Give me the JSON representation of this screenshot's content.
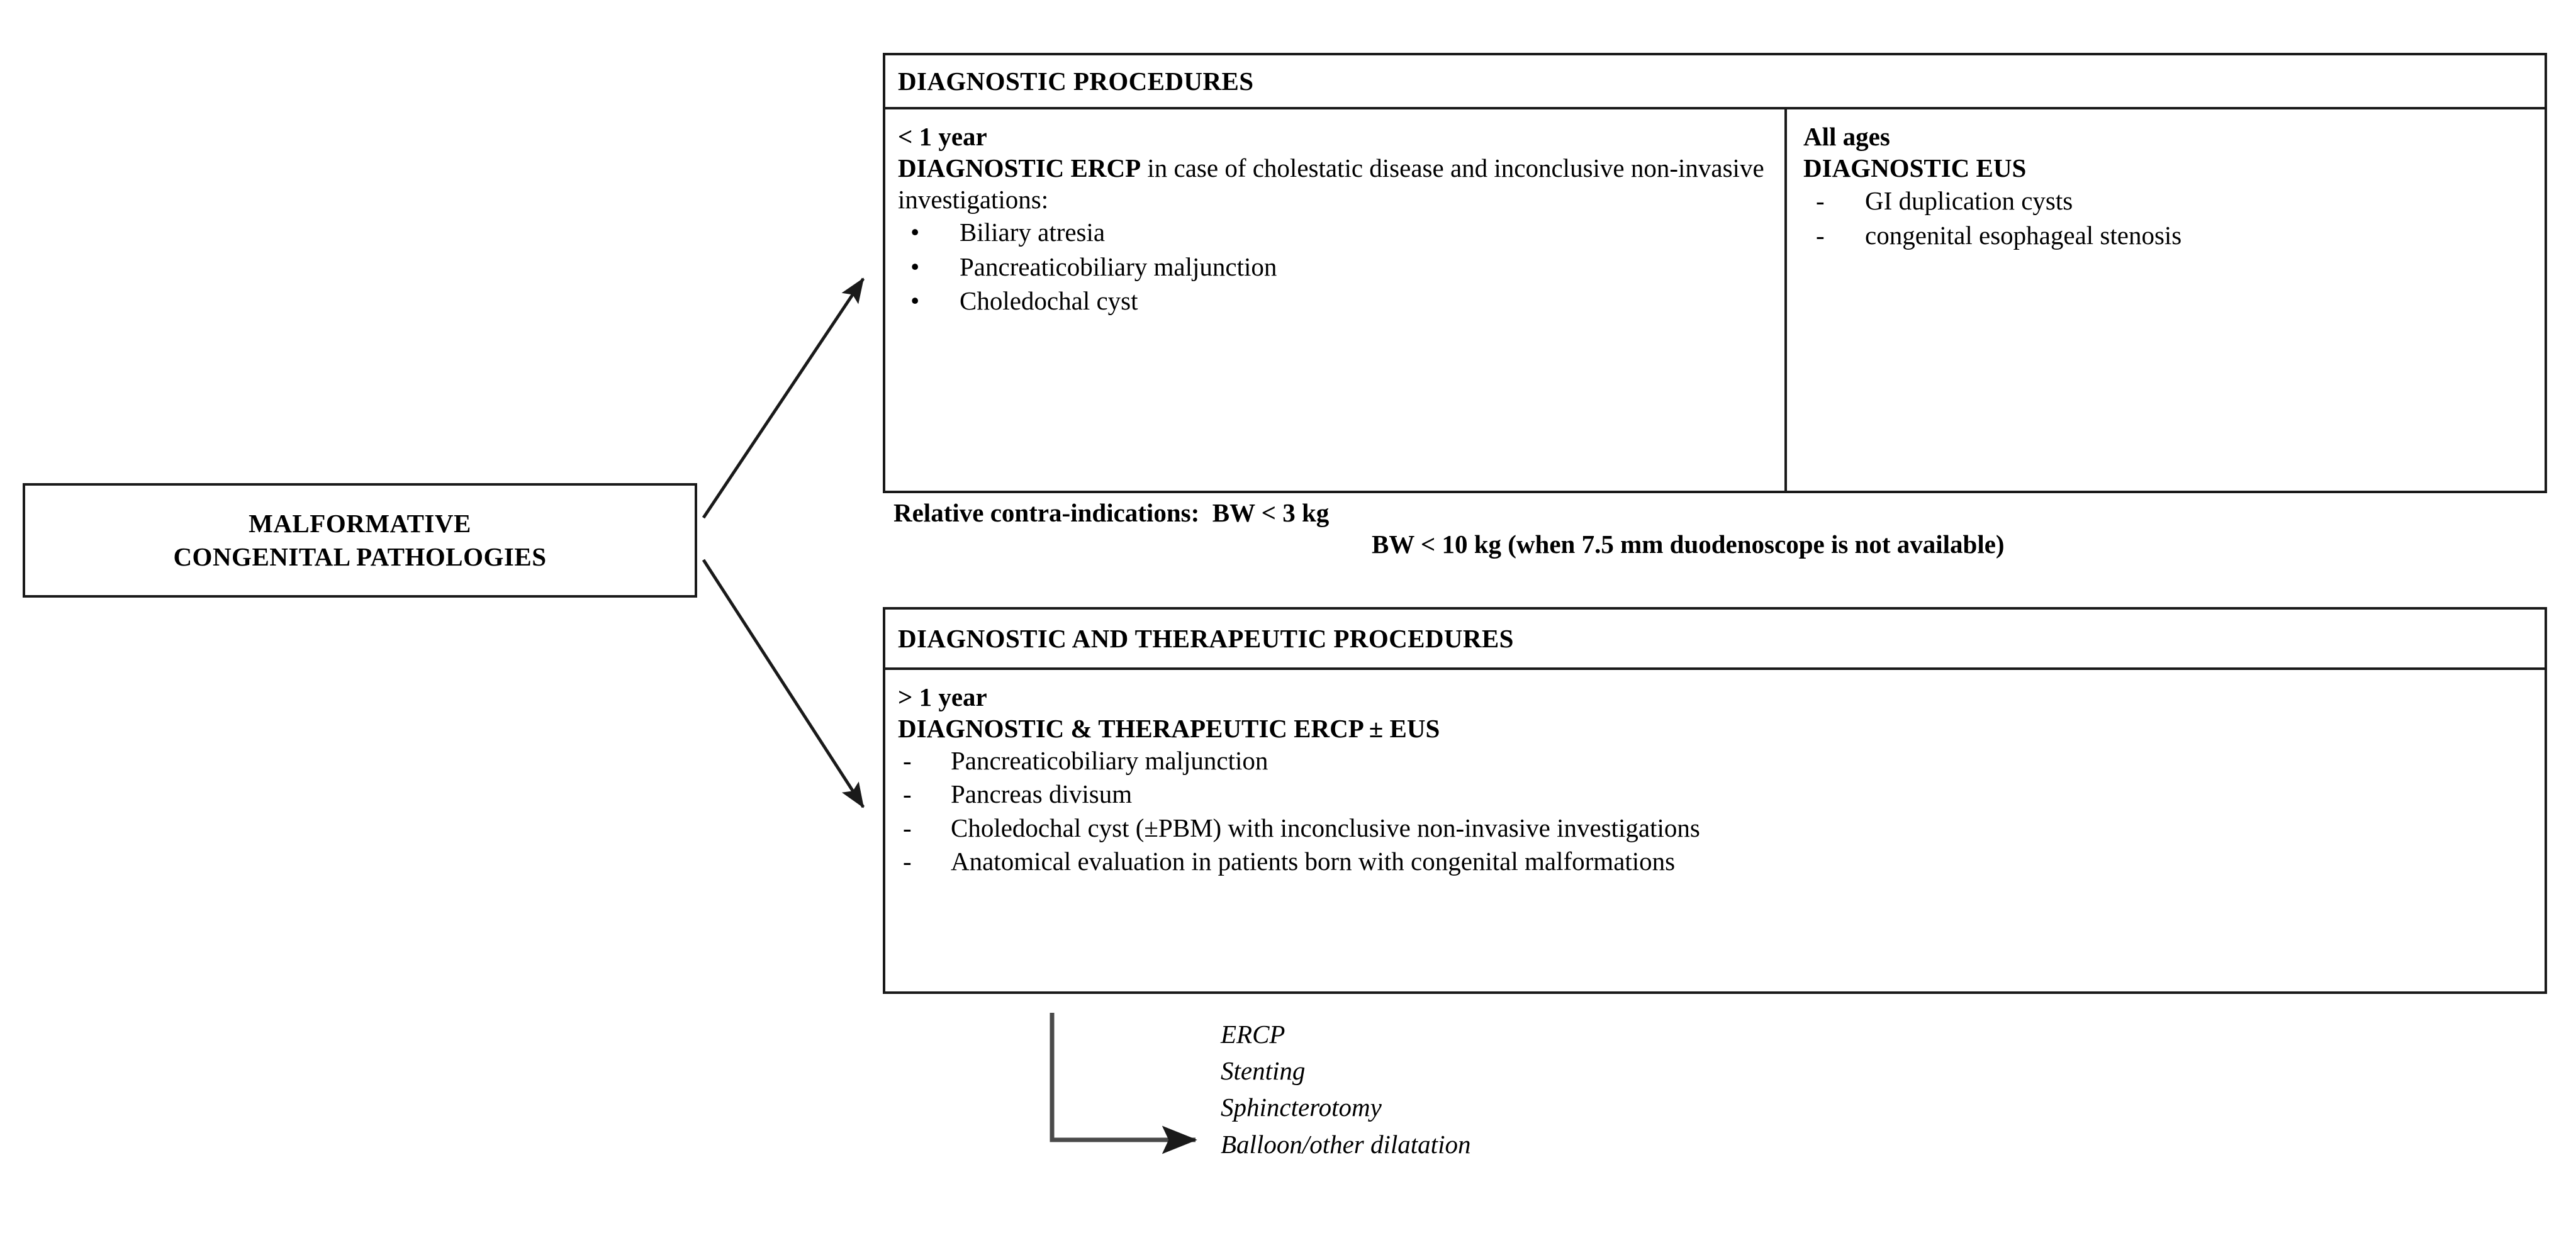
{
  "source_node": {
    "line1": "MALFORMATIVE",
    "line2": "CONGENITAL PATHOLOGIES"
  },
  "panel_diagnostic": {
    "title": "DIAGNOSTIC PROCEDURES",
    "column_left": {
      "age_group": "< 1 year",
      "modality_bold": "DIAGNOSTIC ERCP",
      "modality_rest": " in case of cholestatic disease and inconclusive non-invasive investigations:",
      "bullet_marker": "•",
      "items": [
        "Biliary atresia",
        "Pancreaticobiliary maljunction",
        "Choledochal cyst"
      ]
    },
    "column_right": {
      "age_group": "All ages",
      "modality_bold": "DIAGNOSTIC EUS",
      "dash_marker": "-",
      "items": [
        "GI duplication cysts",
        "congenital esophageal stenosis"
      ]
    }
  },
  "contra_indications": {
    "label": "Relative contra-indications:",
    "line1_value": "BW < 3 kg",
    "line2_value": "BW < 10 kg (when 7.5 mm duodenoscope is not available)"
  },
  "panel_therapeutic": {
    "title": "DIAGNOSTIC AND THERAPEUTIC PROCEDURES",
    "age_group": "> 1 year",
    "modality_bold": "DIAGNOSTIC & THERAPEUTIC ERCP ± EUS",
    "dash_marker": "-",
    "items": [
      "Pancreaticobiliary maljunction",
      "Pancreas divisum",
      "Choledochal cyst (±PBM) with inconclusive non-invasive investigations",
      "Anatomical evaluation in patients born with congenital malformations"
    ]
  },
  "therapeutic_options": {
    "items": [
      "ERCP",
      "Stenting",
      "Sphincterotomy",
      "Balloon/other dilatation"
    ]
  },
  "colors": {
    "stroke": "#1a1a1a",
    "text": "#000000",
    "background": "#ffffff"
  }
}
